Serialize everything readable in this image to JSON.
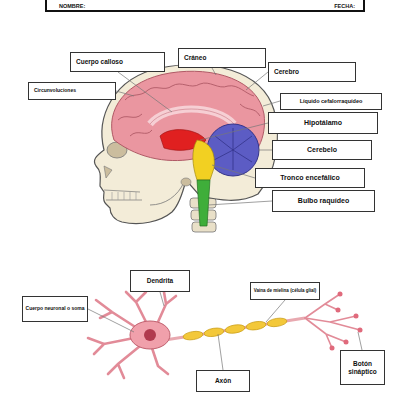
{
  "diagram": {
    "nodes": [
      {
        "text": [
          "NOMBRE:",
          "FECHA:"
        ]
      },
      {
        "text": [
          "Cuerpo calloso"
        ]
      },
      {
        "text": [
          "Cráneo"
        ]
      },
      {
        "text": [
          "Cerebro"
        ]
      },
      {
        "text": [
          "Circunvoluciones"
        ]
      },
      {
        "text": [
          "Líquido cefalorraquídeo"
        ]
      },
      {
        "text": [
          "Hipotálamo"
        ]
      },
      {
        "text": [
          "Cerebelo"
        ]
      },
      {
        "text": [
          "Tronco encefálico"
        ]
      },
      {
        "text": [
          "Bulbo raquídeo"
        ]
      },
      {
        "text": [
          "Dendrita"
        ]
      },
      {
        "text": [
          "Vaina de mielina (célula glial)"
        ]
      },
      {
        "text": [
          "Cuerpo neuronal o soma"
        ]
      },
      {
        "text": [
          "Axón"
        ]
      },
      {
        "text": [
          "Botón sináptico"
        ]
      }
    ]
  }
}
